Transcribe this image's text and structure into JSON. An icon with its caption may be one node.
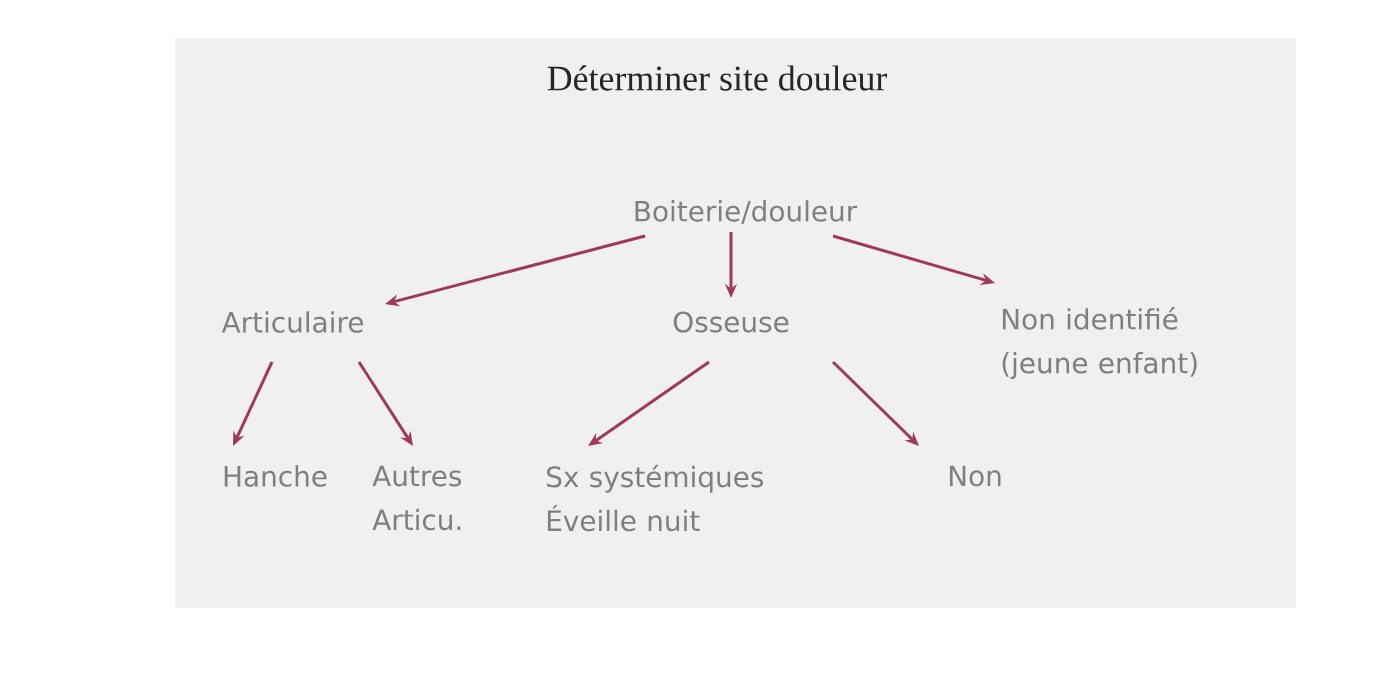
{
  "diagram": {
    "title": "Déterminer site douleur",
    "nodes": [
      {
        "text": [
          "Boiterie/douleur"
        ]
      },
      {
        "text": [
          "Articulaire"
        ]
      },
      {
        "text": [
          "Osseuse"
        ]
      },
      {
        "text": [
          "Non identifié (jeune enfant)"
        ]
      },
      {
        "text": [
          "Hanche"
        ]
      },
      {
        "text": [
          "Autres Articu."
        ]
      },
      {
        "text": [
          "Sx systémiques",
          "Éveille nuit"
        ]
      },
      {
        "text": [
          "Non"
        ]
      }
    ],
    "edges": [
      {
        "from": 0,
        "to": 1,
        "arrow": "to"
      },
      {
        "from": 0,
        "to": 2,
        "arrow": "to"
      },
      {
        "from": 0,
        "to": 3,
        "arrow": "to"
      },
      {
        "from": 1,
        "to": 4,
        "arrow": "to"
      },
      {
        "from": 1,
        "to": 5,
        "arrow": "to"
      },
      {
        "from": 2,
        "to": 6,
        "arrow": "to"
      },
      {
        "from": 2,
        "to": 7,
        "arrow": "to"
      }
    ]
  }
}
